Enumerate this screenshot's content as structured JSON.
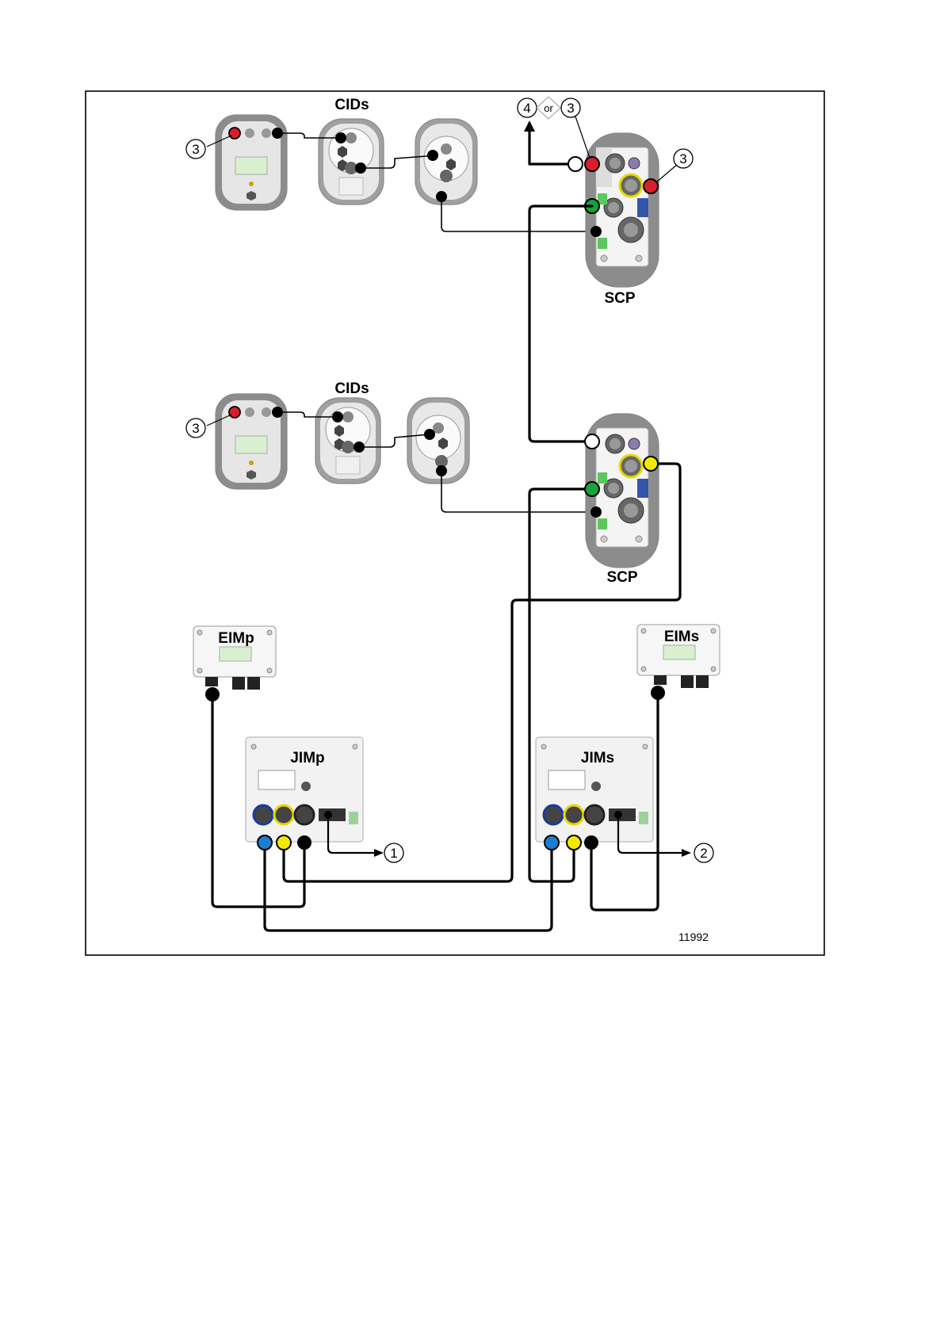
{
  "labels": {
    "cids_top": "CIDs",
    "cids_bottom": "CIDs",
    "scp_top": "SCP",
    "scp_bottom": "SCP",
    "eimp": "EIMp",
    "eims": "EIMs",
    "jimp": "JIMp",
    "jims": "JIMs"
  },
  "callouts": {
    "c3_cid_top": "3",
    "c3_cid_bottom": "3",
    "c4_top": "4",
    "or_text": "or",
    "c3_top": "3",
    "c3_scp_right": "3",
    "c1": "1",
    "c2": "2"
  },
  "figure_number": "11992",
  "colors": {
    "red": "#d81e2a",
    "green": "#16a33a",
    "yellow": "#f5e800",
    "blue": "#1a7fd0",
    "black": "#000000",
    "white": "#ffffff",
    "device_dark": "#8c8c8c",
    "device_light": "#e6e6e6",
    "lcd": "#d8f0d0"
  }
}
